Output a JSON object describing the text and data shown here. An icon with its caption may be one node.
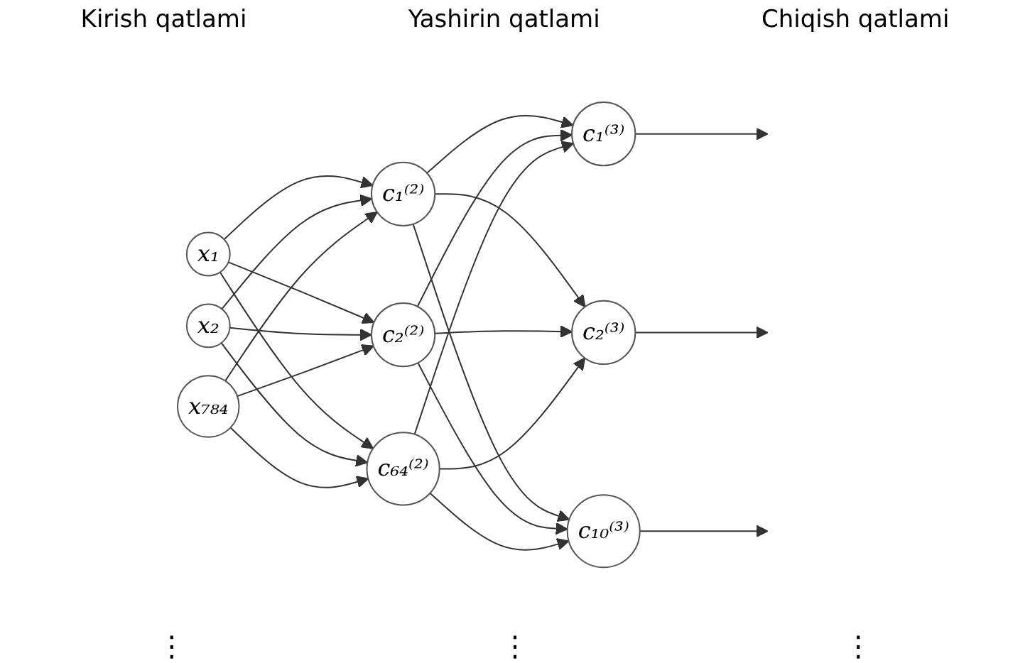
{
  "diagram": {
    "nodes": [
      {
        "text": [
          "x₁"
        ]
      },
      {
        "text": [
          "x₂"
        ]
      },
      {
        "text": [
          "x₇₈₄"
        ]
      },
      {
        "text": [
          "c₁⁽²⁾"
        ]
      },
      {
        "text": [
          "c₂⁽²⁾"
        ]
      },
      {
        "text": [
          "c₆₄⁽²⁾"
        ]
      },
      {
        "text": [
          "c₁⁽³⁾"
        ]
      },
      {
        "text": [
          "c₂⁽³⁾"
        ]
      },
      {
        "text": [
          "c₁₀⁽³⁾"
        ]
      }
    ],
    "edges": [
      {
        "from": 0,
        "to": 3,
        "arrow": "to"
      },
      {
        "from": 0,
        "to": 4,
        "arrow": "to"
      },
      {
        "from": 0,
        "to": 5,
        "arrow": "to"
      },
      {
        "from": 1,
        "to": 3,
        "arrow": "to"
      },
      {
        "from": 1,
        "to": 4,
        "arrow": "to"
      },
      {
        "from": 1,
        "to": 5,
        "arrow": "to"
      },
      {
        "from": 2,
        "to": 3,
        "arrow": "to"
      },
      {
        "from": 2,
        "to": 4,
        "arrow": "to"
      },
      {
        "from": 2,
        "to": 5,
        "arrow": "to"
      },
      {
        "from": 3,
        "to": 6,
        "arrow": "to"
      },
      {
        "from": 3,
        "to": 7,
        "arrow": "to"
      },
      {
        "from": 3,
        "to": 8,
        "arrow": "to"
      },
      {
        "from": 4,
        "to": 6,
        "arrow": "to"
      },
      {
        "from": 4,
        "to": 7,
        "arrow": "to"
      },
      {
        "from": 4,
        "to": 8,
        "arrow": "to"
      },
      {
        "from": 5,
        "to": 6,
        "arrow": "to"
      },
      {
        "from": 5,
        "to": 7,
        "arrow": "to"
      },
      {
        "from": 5,
        "to": 8,
        "arrow": "to"
      },
      {
        "from": 6,
        "to": null,
        "arrow": "to"
      },
      {
        "from": 7,
        "to": null,
        "arrow": "to"
      },
      {
        "from": 8,
        "to": null,
        "arrow": "to"
      }
    ],
    "labels": [
      "Kirish qatlami",
      "Yashirin qatlami",
      "Chiqish qatlami",
      "⋮",
      "⋮",
      "⋮"
    ]
  }
}
